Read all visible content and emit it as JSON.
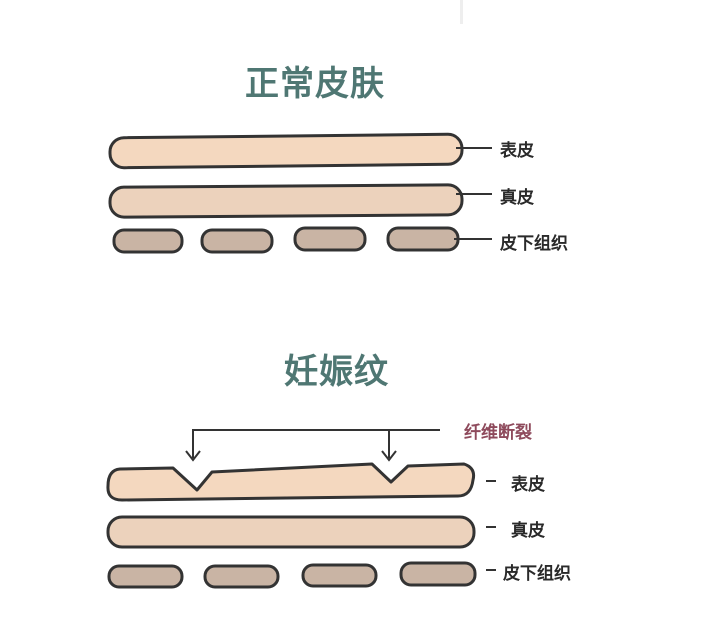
{
  "diagram": {
    "normal": {
      "title": "正常皮肤",
      "labels": {
        "epidermis": "表皮",
        "dermis": "真皮",
        "subcutaneous": "皮下组织"
      }
    },
    "stretch_marks": {
      "title": "妊娠纹",
      "annotation": "纤维断裂",
      "labels": {
        "epidermis": "表皮",
        "dermis": "真皮",
        "subcutaneous": "皮下组织"
      }
    },
    "colors": {
      "title": "#4f7773",
      "epidermis_fill": "#f4d8bf",
      "dermis_fill": "#ecd2bc",
      "subcutaneous_fill": "#c9b4a4",
      "outline": "#333333",
      "annotation": "#8e4a5c"
    }
  }
}
